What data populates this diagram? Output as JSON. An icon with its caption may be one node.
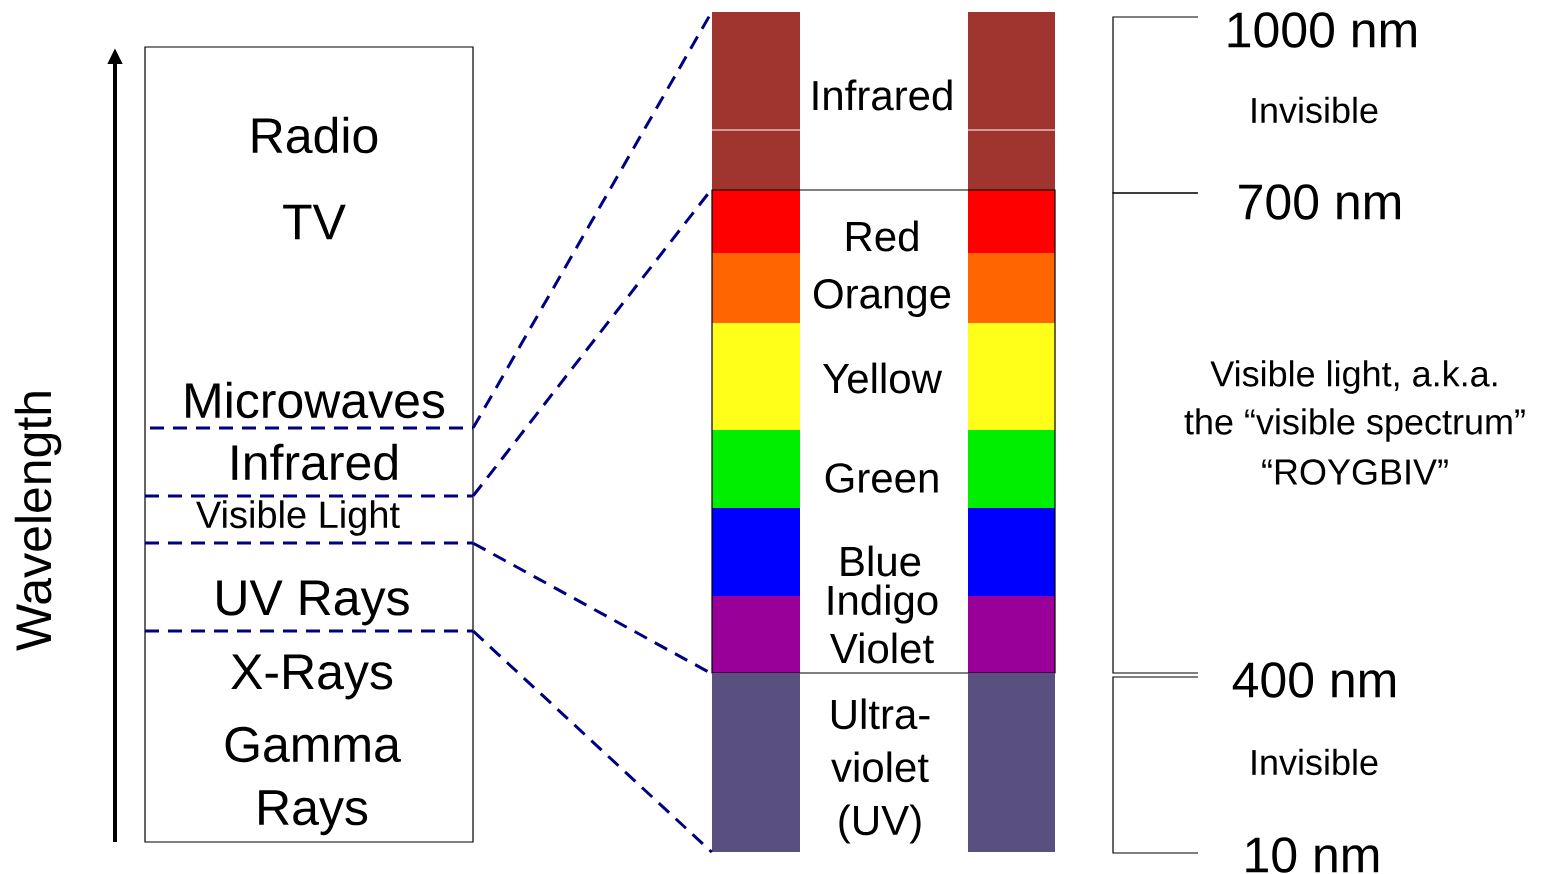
{
  "diagram": {
    "nodes": [
      {
        "text": [],
        "shape": "box"
      },
      {
        "text": [
          "Infrared"
        ],
        "in": 0
      },
      {
        "text": [
          "Visible Light"
        ],
        "in": 0
      },
      {
        "text": [
          "UV Rays"
        ],
        "in": 0
      },
      {
        "text": [
          "Infrared"
        ]
      },
      {
        "text": [
          "Red",
          "Orange",
          "Yellow",
          "Green",
          "Blue",
          "Indigo",
          "Violet"
        ]
      },
      {
        "text": [
          "Ultra- violet (UV)"
        ]
      }
    ],
    "edges": [
      {
        "from": 1,
        "to": 4,
        "arrow": "none",
        "style": "dashed"
      },
      {
        "from": 2,
        "to": 5,
        "arrow": "none",
        "style": "dashed"
      },
      {
        "from": 2,
        "to": 5,
        "arrow": "none",
        "style": "dashed"
      },
      {
        "from": 3,
        "to": 6,
        "arrow": "none",
        "style": "dashed"
      }
    ],
    "labels": [
      "1000 nm",
      "Radio",
      "Invisible",
      "700 nm",
      "TV",
      "Microwaves",
      "Visible light, a.k.a.",
      "the “visible spectrum”",
      "“ROYGBIV”",
      "Wavelength",
      "X-Rays",
      "400 nm",
      "Gamma Rays",
      "Invisible",
      "10 nm"
    ]
  }
}
